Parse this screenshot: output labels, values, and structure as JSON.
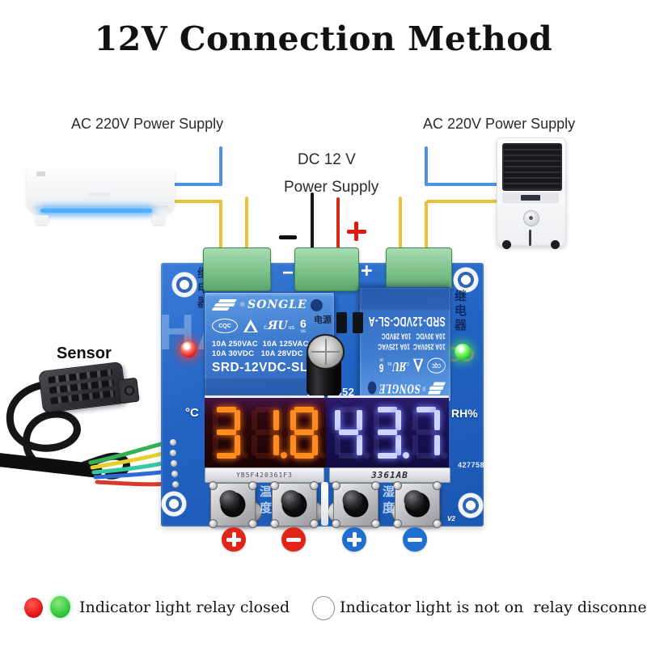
{
  "title": "12V Connection Method",
  "labels": {
    "ac_left": "AC 220V Power Supply",
    "ac_right": "AC 220V Power Supply",
    "dc_line1": "DC 12 V",
    "dc_line2": "Power Supply",
    "sensor": "Sensor"
  },
  "board": {
    "model": "XH-M452",
    "serial": "427758",
    "version": "V2",
    "power_label_cn": "电源",
    "edge_label_left_cn": "继电器",
    "edge_label_right_cn": "继电器",
    "temp_button_label_cn": "温度",
    "humidity_button_label_cn": "湿度",
    "terminal_minus": "−",
    "terminal_plus": "+",
    "relay": {
      "brand": "SONGLE",
      "reg_mark": "®",
      "cqc": "CQC",
      "ul_c": "c",
      "ul_mark": "ЯU",
      "ul_us": "us",
      "ul_num": "6",
      "rating_line1": "10A 250VAC  10A 125VAC",
      "rating_line2": "10A 30VDC   10A 28VDC",
      "part": "SRD-12VDC-SL-A"
    },
    "displays": [
      {
        "name": "temperature",
        "unit": "°C",
        "value": "31.8",
        "strip": "YB5F420361F3",
        "color": "red"
      },
      {
        "name": "humidity",
        "unit": "RH%",
        "value": "43.7",
        "strip": "3361AB",
        "color": "blue"
      }
    ],
    "symbols": [
      {
        "sign": "+",
        "color": "#e02417"
      },
      {
        "sign": "−",
        "color": "#e02417"
      },
      {
        "sign": "+",
        "color": "#1e6fd0"
      },
      {
        "sign": "−",
        "color": "#1e6fd0"
      }
    ]
  },
  "legend": {
    "closed": "Indicator light relay closed",
    "open": "Indicator light is not on  relay disconnect"
  },
  "watermark": "HA",
  "colors": {
    "pcb_blue": "#2263c2",
    "relay_blue": "#3f7bce",
    "terminal_green": "#7cc28b",
    "wire_blue": "#4a93dc",
    "wire_yellow": "#e6c23c",
    "wire_red": "#d92a16",
    "wire_black": "#161616",
    "display_red": "#ff8e1e",
    "display_blue": "#cdd5ff",
    "led_red": "#e31c1c",
    "led_green": "#2ecb2e"
  }
}
